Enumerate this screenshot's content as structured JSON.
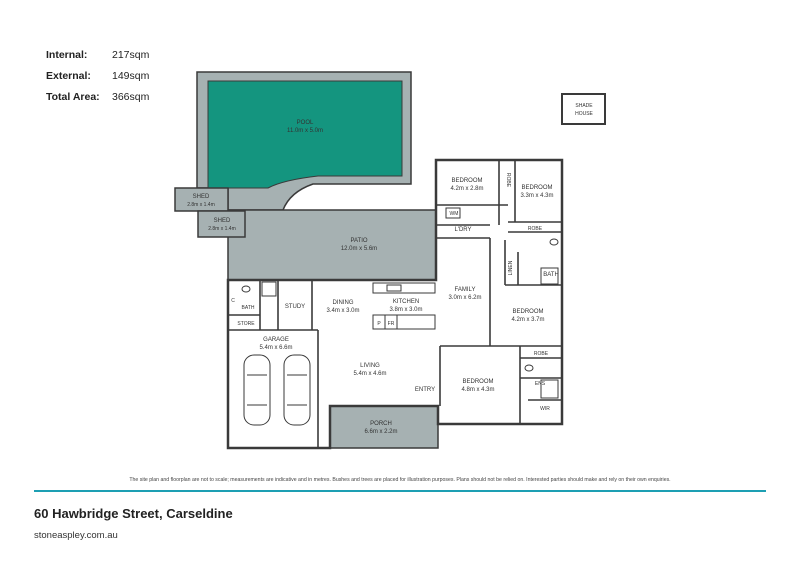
{
  "areas": [
    {
      "label": "Internal:",
      "value": "217sqm"
    },
    {
      "label": "External:",
      "value": "149sqm"
    },
    {
      "label": "Total Area:",
      "value": "366sqm"
    }
  ],
  "rooms": {
    "pool": {
      "name": "POOL",
      "size": "11.0m x 5.0m"
    },
    "shade_house": {
      "name": "SHADE",
      "name2": "HOUSE"
    },
    "shed1": {
      "name": "SHED",
      "size": "2.8m x 1.4m"
    },
    "shed2": {
      "name": "SHED",
      "size": "2.8m x 1.4m"
    },
    "patio": {
      "name": "PATIO",
      "size": "12.0m x 5.6m"
    },
    "bed1": {
      "name": "BEDROOM",
      "size": "4.2m x 2.8m"
    },
    "bed2": {
      "name": "BEDROOM",
      "size": "3.3m x 4.3m"
    },
    "bed3": {
      "name": "BEDROOM",
      "size": "4.2m x 3.7m"
    },
    "bed4": {
      "name": "BEDROOM",
      "size": "4.8m x 4.3m"
    },
    "robe1": "ROBE",
    "robe2": "ROBE",
    "robe3": "ROBE",
    "ldry": "L'DRY",
    "wm": "WM",
    "linen": "LINEN",
    "bath_main": "BATH",
    "bath_small": "BATH",
    "family": {
      "name": "FAMILY",
      "size": "3.0m x 6.2m"
    },
    "kitchen": {
      "name": "KITCHEN",
      "size": "3.8m x 3.0m"
    },
    "dining": {
      "name": "DINING",
      "size": "3.4m x 3.0m"
    },
    "study": "STUDY",
    "store": "STORE",
    "garage": {
      "name": "GARAGE",
      "size": "5.4m x 6.6m"
    },
    "living": {
      "name": "LIVING",
      "size": "5.4m x 4.6m"
    },
    "entry": "ENTRY",
    "ens": "ENS",
    "wir": "WIR",
    "porch": {
      "name": "PORCH",
      "size": "6.6m x 2.2m"
    },
    "pantry": "P",
    "fridge": "FR",
    "wc": "C"
  },
  "colors": {
    "pool": "#14957f",
    "outdoor": "#a6b1b2",
    "wall": "#3a3a3a",
    "accent": "#1d9fb3"
  },
  "disclaimer": "The site plan and floorplan are not to scale; measurements are indicative and in metres. Bushes and trees are placed for illustration purposes. Plans should not be relied on. Interested parties should make and rely on their own enquiries.",
  "address": "60 Hawbridge Street, Carseldine",
  "website": "stoneaspley.com.au"
}
